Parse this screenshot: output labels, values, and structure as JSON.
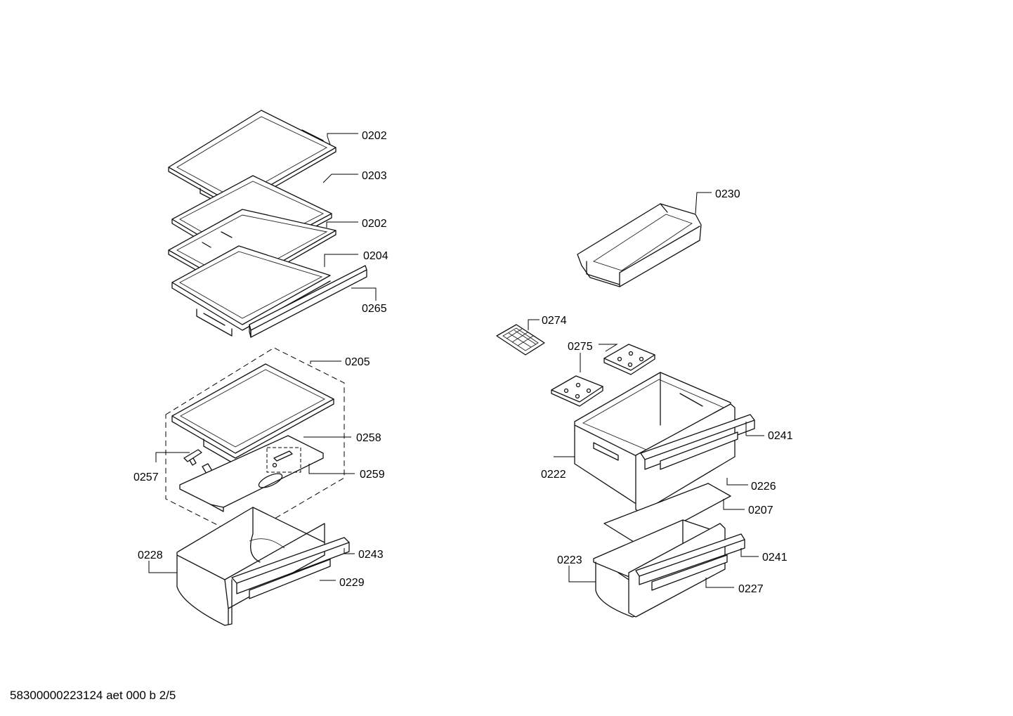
{
  "labels": {
    "l0202a": "0202",
    "l0203": "0203",
    "l0202b": "0202",
    "l0204": "0204",
    "l0265": "0265",
    "l0205": "0205",
    "l0258": "0258",
    "l0257": "0257",
    "l0259": "0259",
    "l0228": "0228",
    "l0243": "0243",
    "l0229": "0229",
    "l0230": "0230",
    "l0274": "0274",
    "l0275": "0275",
    "l0241a": "0241",
    "l0222": "0222",
    "l0226": "0226",
    "l0207": "0207",
    "l0223": "0223",
    "l0241b": "0241",
    "l0227": "0227"
  },
  "footer": "58300000223124 aet 000 b 2/5"
}
